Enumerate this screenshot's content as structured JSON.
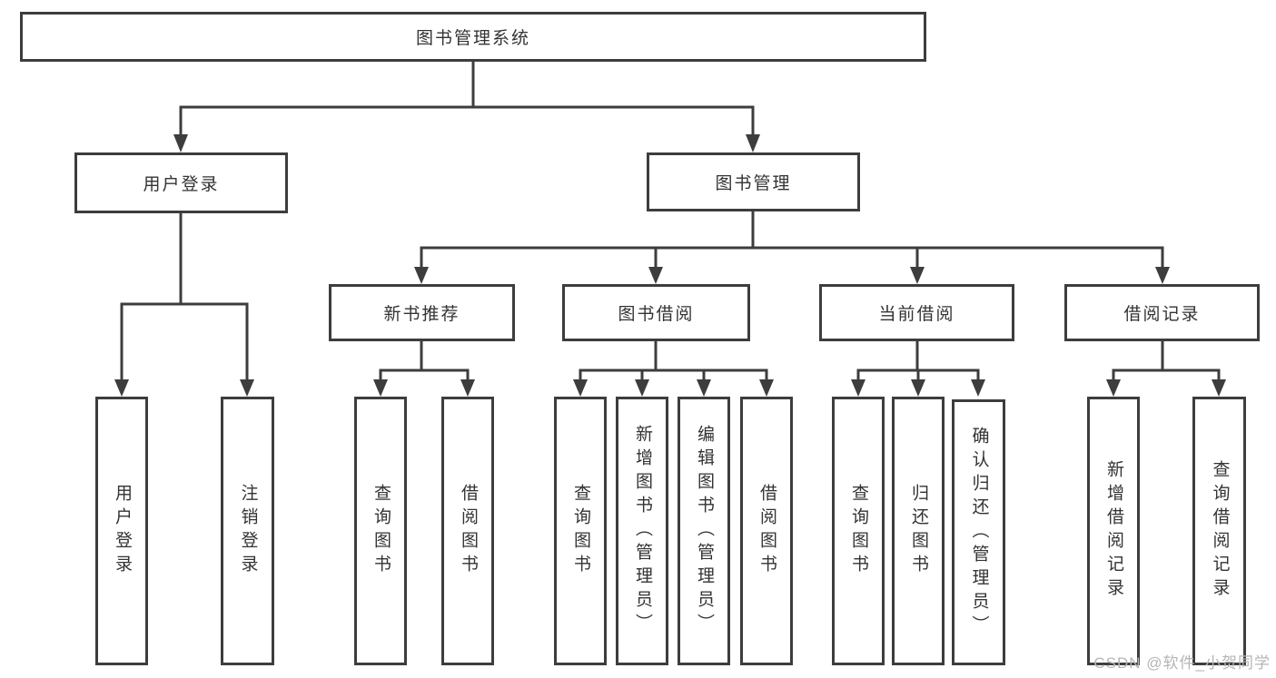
{
  "diagram": {
    "title": "图书管理系统",
    "login_branch": {
      "label": "用户登录",
      "children": [
        {
          "label": "用户登录"
        },
        {
          "label": "注销登录"
        }
      ]
    },
    "mgmt_branch": {
      "label": "图书管理",
      "sections": [
        {
          "label": "新书推荐",
          "children": [
            {
              "label": "查询图书"
            },
            {
              "label": "借阅图书"
            }
          ]
        },
        {
          "label": "图书借阅",
          "children": [
            {
              "label": "查询图书"
            },
            {
              "label": "新增图书（管理员）"
            },
            {
              "label": "编辑图书（管理员）"
            },
            {
              "label": "借阅图书"
            }
          ]
        },
        {
          "label": "当前借阅",
          "children": [
            {
              "label": "查询图书"
            },
            {
              "label": "归还图书"
            },
            {
              "label": "确认归还（管理员）"
            }
          ]
        },
        {
          "label": "借阅记录",
          "children": [
            {
              "label": "新增借阅记录"
            },
            {
              "label": "查询借阅记录"
            }
          ]
        }
      ]
    }
  },
  "watermark": {
    "text": "CSDN @软件_小贺同学"
  },
  "colors": {
    "line": "#3d3d3d",
    "text": "#333333",
    "watermark": "#b5b5b5",
    "background": "#ffffff"
  }
}
